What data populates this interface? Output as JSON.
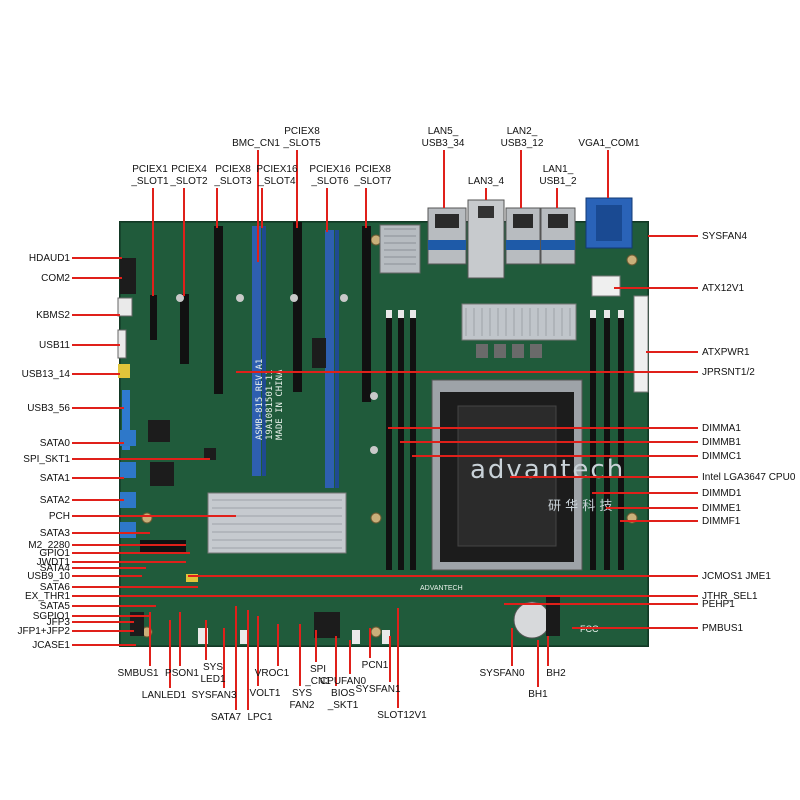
{
  "board": {
    "brand_watermark": "advantech",
    "brand_watermark_cn": "研 华 科 技",
    "silkscreen": [
      "ASMB-815 REV.A1",
      "19A1081501-11",
      "MADE IN CHINA"
    ],
    "vendor_mark": "ADVANTECH",
    "fcc_mark": "FCC"
  },
  "labels": {
    "left": [
      {
        "id": "hdaud1",
        "text": "HDAUD1"
      },
      {
        "id": "com2",
        "text": "COM2"
      },
      {
        "id": "kbms2",
        "text": "KBMS2"
      },
      {
        "id": "usb11",
        "text": "USB11"
      },
      {
        "id": "usb13_14",
        "text": "USB13_14"
      },
      {
        "id": "usb3_56",
        "text": "USB3_56"
      },
      {
        "id": "sata0",
        "text": "SATA0"
      },
      {
        "id": "spi_skt1",
        "text": "SPI_SKT1"
      },
      {
        "id": "sata1",
        "text": "SATA1"
      },
      {
        "id": "sata2",
        "text": "SATA2"
      },
      {
        "id": "pch",
        "text": "PCH"
      },
      {
        "id": "sata3",
        "text": "SATA3"
      },
      {
        "id": "m2_2280",
        "text": "M2_2280"
      },
      {
        "id": "gpio1",
        "text": "GPIO1"
      },
      {
        "id": "jwdt1",
        "text": "JWDT1"
      },
      {
        "id": "sata4",
        "text": "SATA4"
      },
      {
        "id": "usb9_10",
        "text": "USB9_10"
      },
      {
        "id": "sata6",
        "text": "SATA6"
      },
      {
        "id": "ex_thr1",
        "text": "EX_THR1"
      },
      {
        "id": "sata5",
        "text": "SATA5"
      },
      {
        "id": "sgpio1",
        "text": "SGPIO1"
      },
      {
        "id": "jfp3",
        "text": "JFP3"
      },
      {
        "id": "jfp1_jfp2",
        "text": "JFP1+JFP2"
      },
      {
        "id": "jcase1",
        "text": "JCASE1"
      }
    ],
    "top": [
      {
        "id": "pciex1_slot1",
        "lines": [
          "PCIEX1",
          "_SLOT1"
        ]
      },
      {
        "id": "pciex4_slot2",
        "lines": [
          "PCIEX4",
          "_SLOT2"
        ]
      },
      {
        "id": "pciex8_slot3",
        "lines": [
          "PCIEX8",
          "_SLOT3"
        ]
      },
      {
        "id": "bmc_cn1",
        "lines": [
          "BMC_CN1"
        ]
      },
      {
        "id": "pciex16_slot4",
        "lines": [
          "PCIEX16",
          "_SLOT4"
        ]
      },
      {
        "id": "pciex8_slot5",
        "lines": [
          "PCIEX8",
          "_SLOT5"
        ]
      },
      {
        "id": "pciex16_slot6",
        "lines": [
          "PCIEX16",
          "_SLOT6"
        ]
      },
      {
        "id": "pciex8_slot7",
        "lines": [
          "PCIEX8",
          "_SLOT7"
        ]
      },
      {
        "id": "lan5_usb3_34",
        "lines": [
          "LAN5_",
          "USB3_34"
        ]
      },
      {
        "id": "lan3_4",
        "lines": [
          "LAN3_4"
        ]
      },
      {
        "id": "lan2_usb3_12",
        "lines": [
          "LAN2_",
          "USB3_12"
        ]
      },
      {
        "id": "lan1_usb1_2",
        "lines": [
          "LAN1_",
          "USB1_2"
        ]
      },
      {
        "id": "vga1_com1",
        "lines": [
          "VGA1_COM1"
        ]
      }
    ],
    "right": [
      {
        "id": "sysfan4",
        "text": "SYSFAN4"
      },
      {
        "id": "atx12v1",
        "text": "ATX12V1"
      },
      {
        "id": "atxpwr1",
        "text": "ATXPWR1"
      },
      {
        "id": "jprsnt1_2",
        "text": "JPRSNT1/2"
      },
      {
        "id": "dimma1",
        "text": "DIMMA1"
      },
      {
        "id": "dimmb1",
        "text": "DIMMB1"
      },
      {
        "id": "dimmc1",
        "text": "DIMMC1"
      },
      {
        "id": "cpu",
        "text": "Intel LGA3647 CPU0"
      },
      {
        "id": "dimmd1",
        "text": "DIMMD1"
      },
      {
        "id": "dimme1",
        "text": "DIMME1"
      },
      {
        "id": "dimmf1",
        "text": "DIMMF1"
      },
      {
        "id": "jcmos1_jme1",
        "text": "JCMOS1 JME1"
      },
      {
        "id": "jthr_sel1",
        "text": "JTHR_SEL1"
      },
      {
        "id": "pehp1",
        "text": "PEHP1"
      },
      {
        "id": "pmbus1",
        "text": "PMBUS1"
      }
    ],
    "bottom": [
      {
        "id": "smbus1",
        "lines": [
          "SMBUS1"
        ]
      },
      {
        "id": "pson1",
        "lines": [
          "PSON1"
        ]
      },
      {
        "id": "sys_led1",
        "lines": [
          "SYS",
          "LED1"
        ]
      },
      {
        "id": "lanled1",
        "lines": [
          "LANLED1"
        ]
      },
      {
        "id": "sysfan3",
        "lines": [
          "SYSFAN3"
        ]
      },
      {
        "id": "sata7",
        "lines": [
          "SATA7"
        ]
      },
      {
        "id": "lpc1",
        "lines": [
          "LPC1"
        ]
      },
      {
        "id": "volt1",
        "lines": [
          "VOLT1"
        ]
      },
      {
        "id": "vroc1",
        "lines": [
          "VROC1"
        ]
      },
      {
        "id": "spi_cn1",
        "lines": [
          "SPI",
          "_CN1"
        ]
      },
      {
        "id": "sys_fan2",
        "lines": [
          "SYS",
          "FAN2"
        ]
      },
      {
        "id": "bios_skt1",
        "lines": [
          "BIOS",
          "_SKT1"
        ]
      },
      {
        "id": "cpufan0",
        "lines": [
          "CPUFAN0"
        ]
      },
      {
        "id": "pcn1",
        "lines": [
          "PCN1"
        ]
      },
      {
        "id": "sysfan1",
        "lines": [
          "SYSFAN1"
        ]
      },
      {
        "id": "slot12v1",
        "lines": [
          "SLOT12V1"
        ]
      },
      {
        "id": "sysfan0",
        "lines": [
          "SYSFAN0"
        ]
      },
      {
        "id": "bh1",
        "lines": [
          "BH1"
        ]
      },
      {
        "id": "bh2",
        "lines": [
          "BH2"
        ]
      }
    ]
  }
}
